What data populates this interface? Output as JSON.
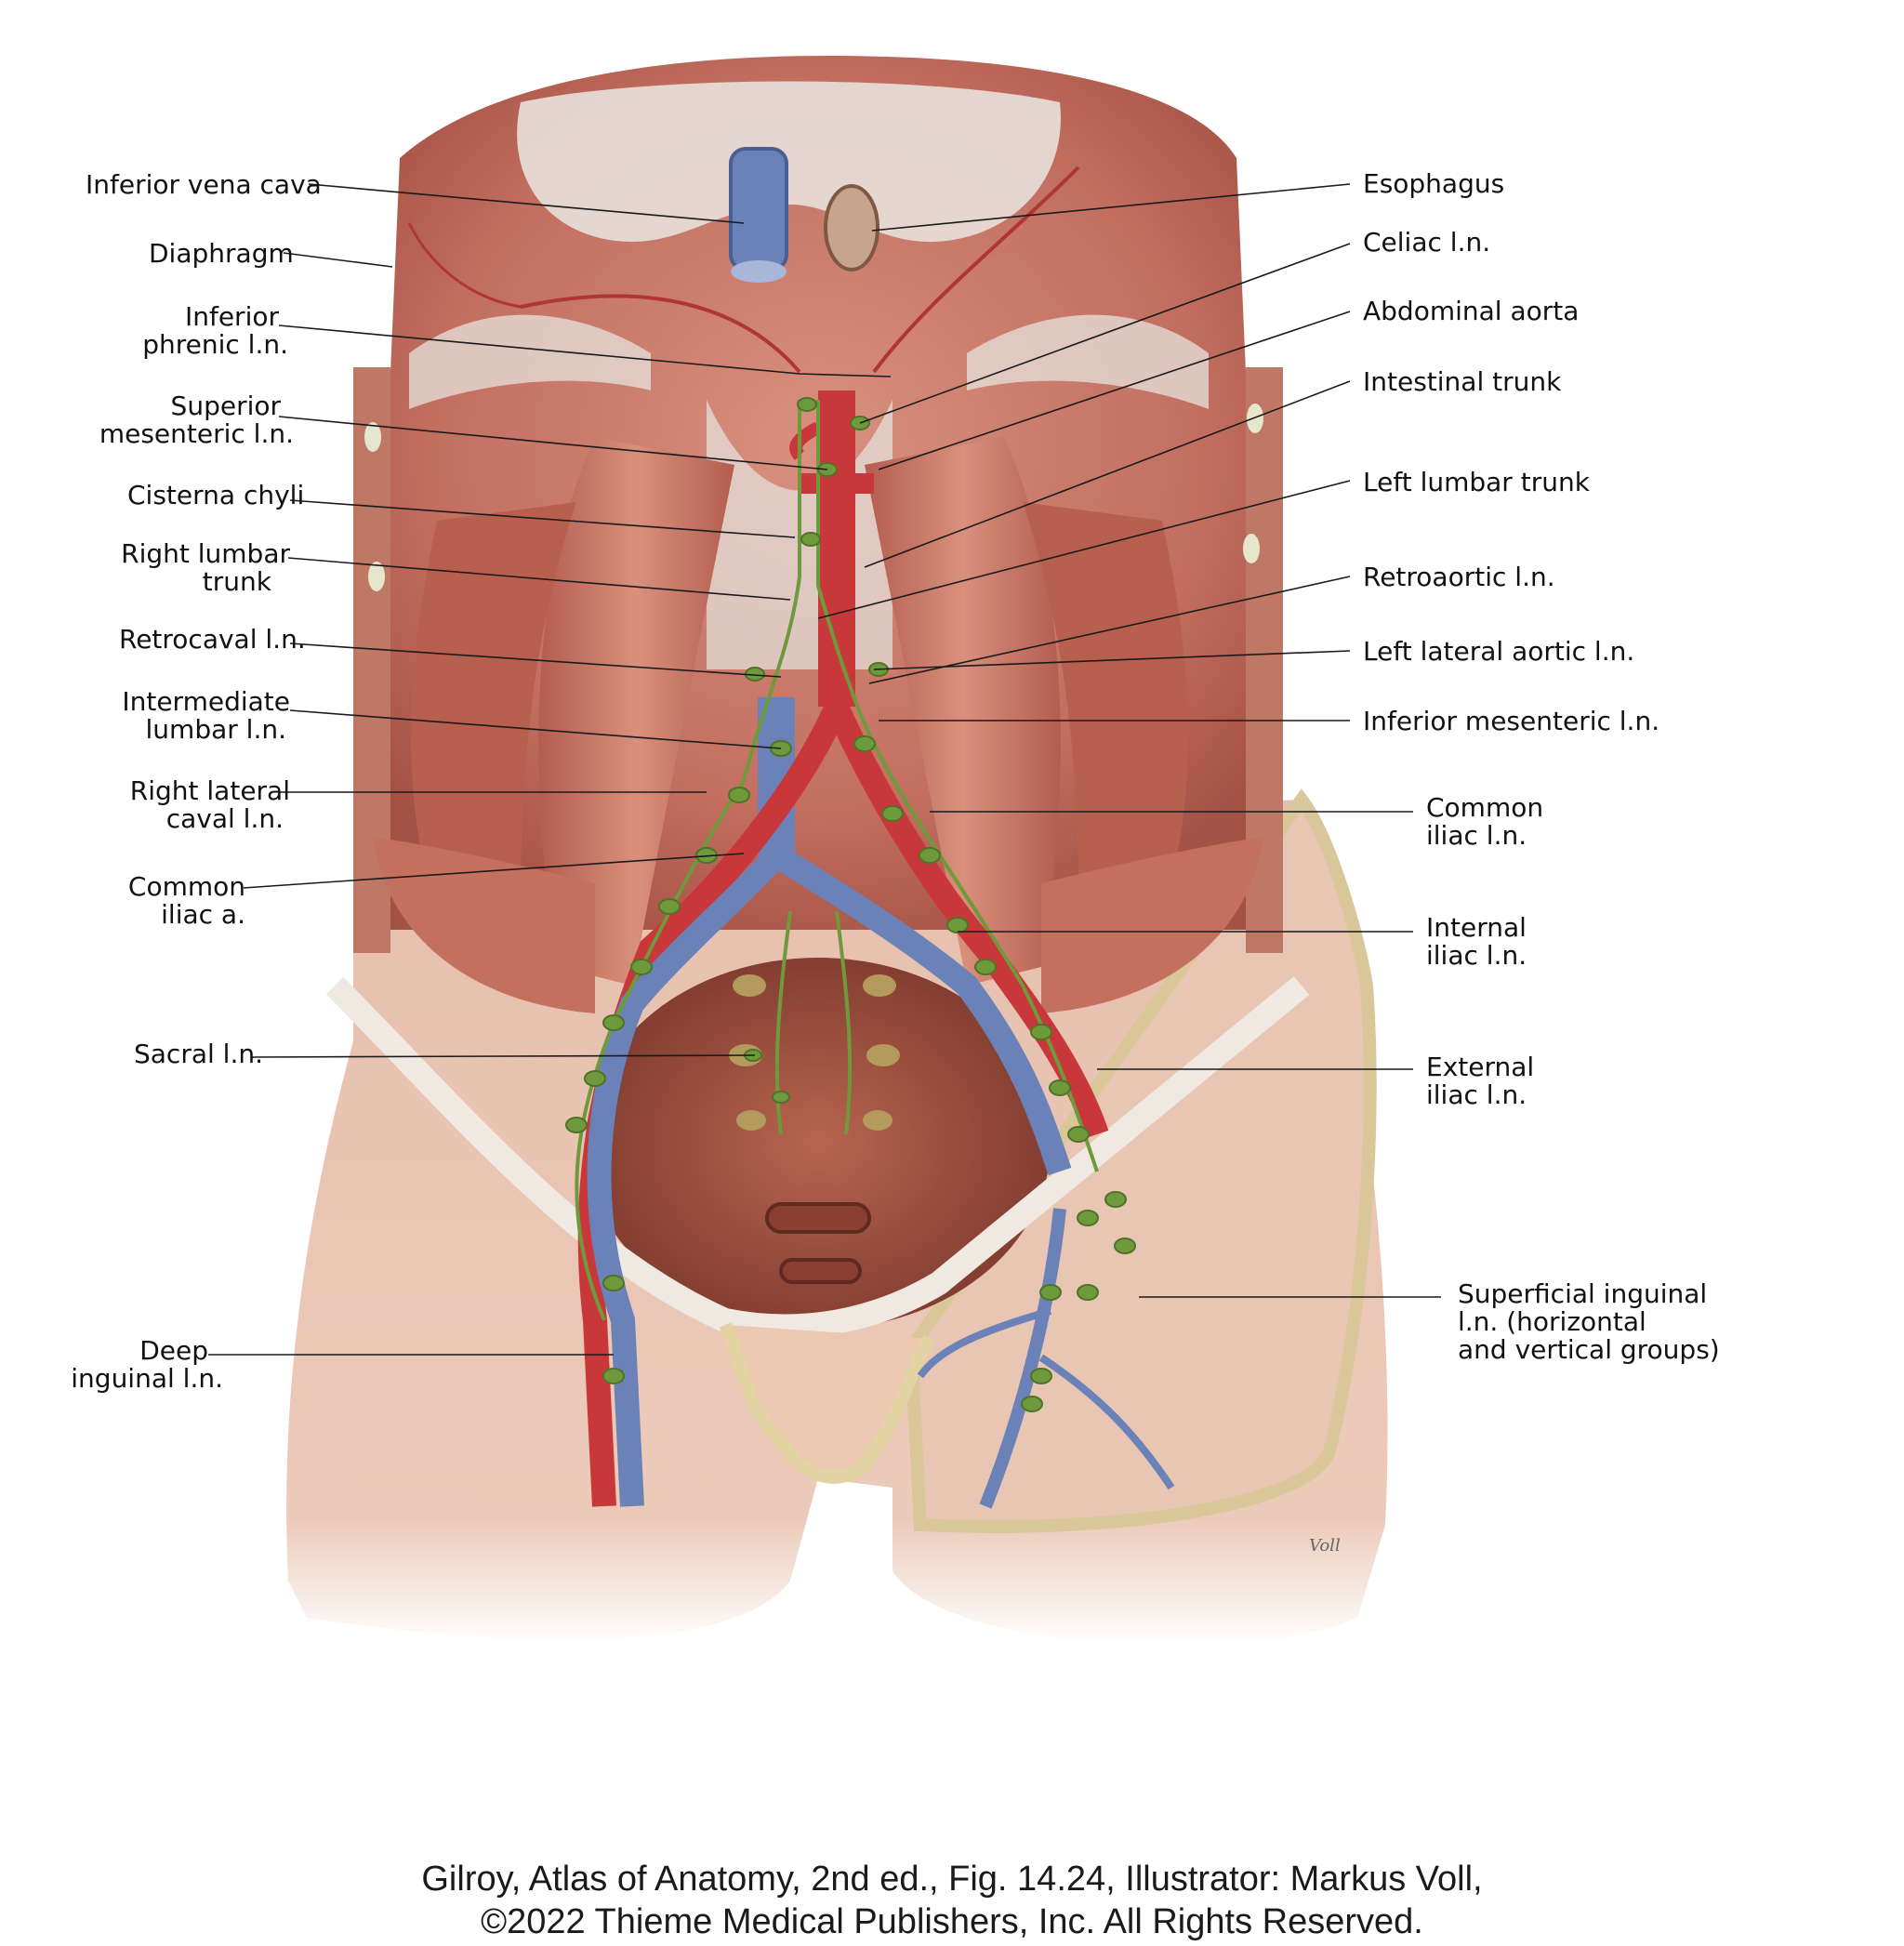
{
  "labels_left": {
    "inferior_vena_cava": [
      "Inferior vena cava"
    ],
    "diaphragm": [
      "Diaphragm"
    ],
    "inferior_phrenic_ln": [
      "Inferior",
      "phrenic l.n."
    ],
    "superior_mesenteric_ln": [
      "Superior",
      "mesenteric l.n."
    ],
    "cisterna_chyli": [
      "Cisterna chyli"
    ],
    "right_lumbar_trunk": [
      "Right lumbar",
      "trunk"
    ],
    "retrocaval_ln": [
      "Retrocaval l.n."
    ],
    "intermediate_lumbar_ln": [
      "Intermediate",
      "lumbar l.n."
    ],
    "right_lateral_caval_ln": [
      "Right lateral",
      "caval l.n."
    ],
    "common_iliac_a": [
      "Common",
      "iliac a."
    ],
    "sacral_ln": [
      "Sacral l.n."
    ],
    "deep_inguinal_ln": [
      "Deep",
      "inguinal l.n."
    ]
  },
  "labels_right": {
    "esophagus": [
      "Esophagus"
    ],
    "celiac_ln": [
      "Celiac l.n."
    ],
    "abdominal_aorta": [
      "Abdominal aorta"
    ],
    "intestinal_trunk": [
      "Intestinal trunk"
    ],
    "left_lumbar_trunk": [
      "Left lumbar trunk"
    ],
    "retroaortic_ln": [
      "Retroaortic l.n."
    ],
    "left_lateral_aortic_ln": [
      "Left lateral aortic l.n."
    ],
    "inferior_mesenteric_ln": [
      "Inferior mesenteric l.n."
    ],
    "common_iliac_ln": [
      "Common",
      "iliac l.n."
    ],
    "internal_iliac_ln": [
      "Internal",
      "iliac l.n."
    ],
    "external_iliac_ln": [
      "External",
      "iliac l.n."
    ],
    "superficial_inguinal_ln": [
      "Superficial inguinal",
      "l.n. (horizontal",
      "and vertical groups)"
    ]
  },
  "signature": "Voll",
  "caption": {
    "line1": "Gilroy, Atlas of Anatomy, 2nd ed., Fig. 14.24, Illustrator: Markus Voll,",
    "line2": "©2022 Thieme Medical Publishers, Inc. All Rights Reserved."
  },
  "colors": {
    "muscle": "#c9776a",
    "muscle_dark": "#9d4a3f",
    "artery": "#c8383a",
    "vein": "#6b82b8",
    "lymph": "#6f9a3c",
    "fascia": "#e9e2d8",
    "skin": "#ecc7b3"
  }
}
